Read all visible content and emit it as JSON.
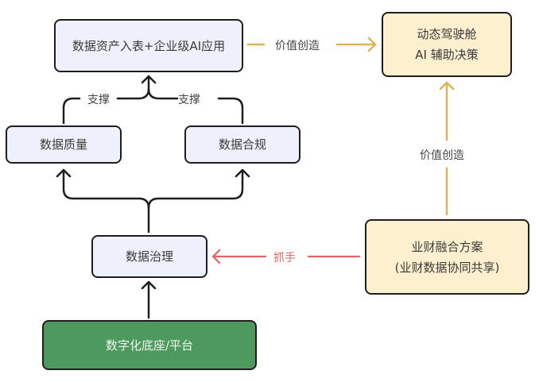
{
  "nodes": {
    "top": "数据资产入表+企业级AI应用",
    "cockpit_line1": "动态驾驶舱",
    "cockpit_line2": "AI 辅助决策",
    "quality": "数据质量",
    "compliance": "数据合规",
    "governance": "数据治理",
    "platform": "数字化底座/平台",
    "fusion_line1": "业财融合方案",
    "fusion_line2": "(业财数据协同共享)"
  },
  "edges": {
    "support_left": "支撑",
    "support_right": "支撑",
    "value_top": "价值创造",
    "value_right": "价值创造",
    "grip": "抓手"
  },
  "colors": {
    "black_arrow": "#1e1e1e",
    "gold_arrow": "#e0b456",
    "red_arrow": "#e06464",
    "blue_box": "#eef1fb",
    "yellow_box": "#fdf0cf",
    "green_box": "#4e9a5e"
  }
}
